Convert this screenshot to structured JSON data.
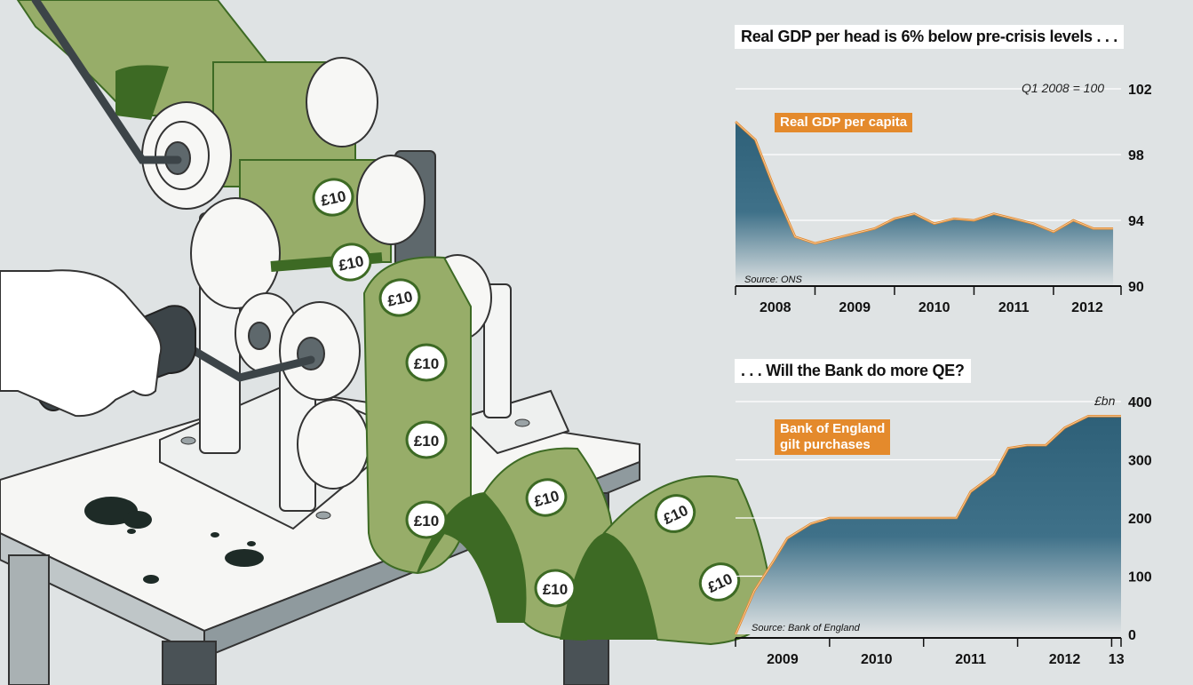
{
  "colors": {
    "background": "#dfe3e4",
    "area_top": "#2e6078",
    "area_bottom": "#dfe3e4",
    "line": "#e48a2c",
    "money_green": "#97ad69",
    "money_dark": "#3d6a24"
  },
  "illustration": {
    "note_label": "£10"
  },
  "chart_data": [
    {
      "type": "area",
      "title": "Real GDP per head is 6% below pre-crisis levels . . .",
      "series_label": "Real GDP per capita",
      "unit_label": "Q1 2008 = 100",
      "source": "Source: ONS",
      "ylim": [
        90,
        102
      ],
      "y_ticks": [
        90,
        94,
        98,
        102
      ],
      "xlim": [
        2008.0,
        2012.85
      ],
      "x_tick_labels": [
        "2008",
        "2009",
        "2010",
        "2011",
        "2012"
      ],
      "x_tick_positions": [
        2008.0,
        2009.0,
        2010.0,
        2011.0,
        2012.0
      ],
      "series": [
        {
          "x": [
            2008.0,
            2008.25,
            2008.5,
            2008.75,
            2009.0,
            2009.25,
            2009.5,
            2009.75,
            2010.0,
            2010.25,
            2010.5,
            2010.75,
            2011.0,
            2011.25,
            2011.5,
            2011.75,
            2012.0,
            2012.25,
            2012.5,
            2012.75
          ],
          "values": [
            100.0,
            98.9,
            95.8,
            93.0,
            92.6,
            92.9,
            93.2,
            93.5,
            94.1,
            94.4,
            93.8,
            94.1,
            94.0,
            94.4,
            94.1,
            93.8,
            93.3,
            94.0,
            93.5,
            93.5
          ]
        }
      ]
    },
    {
      "type": "area",
      "title": ". . . Will the Bank do more QE?",
      "series_label": [
        "Bank of England",
        "gilt purchases"
      ],
      "unit_label": "£bn",
      "source": "Source: Bank of England",
      "ylim": [
        0,
        400
      ],
      "y_ticks": [
        0,
        100,
        200,
        300,
        400
      ],
      "xlim": [
        2009.0,
        2013.1
      ],
      "x_tick_labels": [
        "2009",
        "2010",
        "2011",
        "2012",
        "13"
      ],
      "x_tick_positions": [
        2009.0,
        2010.0,
        2011.0,
        2012.0,
        2013.0
      ],
      "series": [
        {
          "x": [
            2009.0,
            2009.2,
            2009.4,
            2009.55,
            2009.65,
            2009.8,
            2010.0,
            2010.5,
            2011.0,
            2011.2,
            2011.35,
            2011.5,
            2011.75,
            2011.9,
            2012.1,
            2012.3,
            2012.5,
            2012.75,
            2012.9,
            2013.0,
            2013.1
          ],
          "values": [
            0,
            75,
            125,
            165,
            175,
            190,
            200,
            200,
            200,
            200,
            200,
            245,
            275,
            320,
            325,
            325,
            355,
            375,
            375,
            375,
            375
          ]
        }
      ]
    }
  ]
}
